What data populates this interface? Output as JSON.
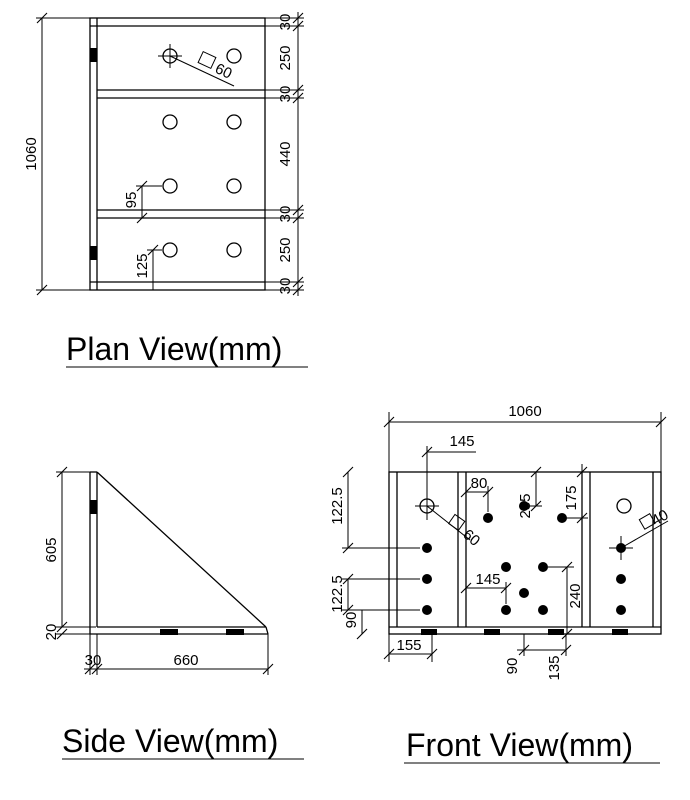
{
  "plan": {
    "title": "Plan View(mm)",
    "overall": "1060",
    "flange_top": "30",
    "bay_top": "250",
    "stiff_1": "30",
    "bay_mid": "440",
    "stiff_2": "30",
    "bay_bottom": "250",
    "flange_bottom": "30",
    "hole_offset": "95",
    "hole_edge": "125",
    "hole_size": "60"
  },
  "side": {
    "title": "Side View(mm)",
    "height": "605",
    "base": "20",
    "web": "30",
    "length": "660"
  },
  "front": {
    "title": "Front View(mm)",
    "overall": "1060",
    "d145_top": "145",
    "d80": "80",
    "d235": "235",
    "d175": "175",
    "hole_size_left": "60",
    "hole_size_right": "40",
    "d122_top": "122.5",
    "d122_bottom": "122.5",
    "d90_left": "90",
    "d145_mid": "145",
    "d240": "240",
    "d155": "155",
    "d90_bottom": "90",
    "d135": "135"
  }
}
